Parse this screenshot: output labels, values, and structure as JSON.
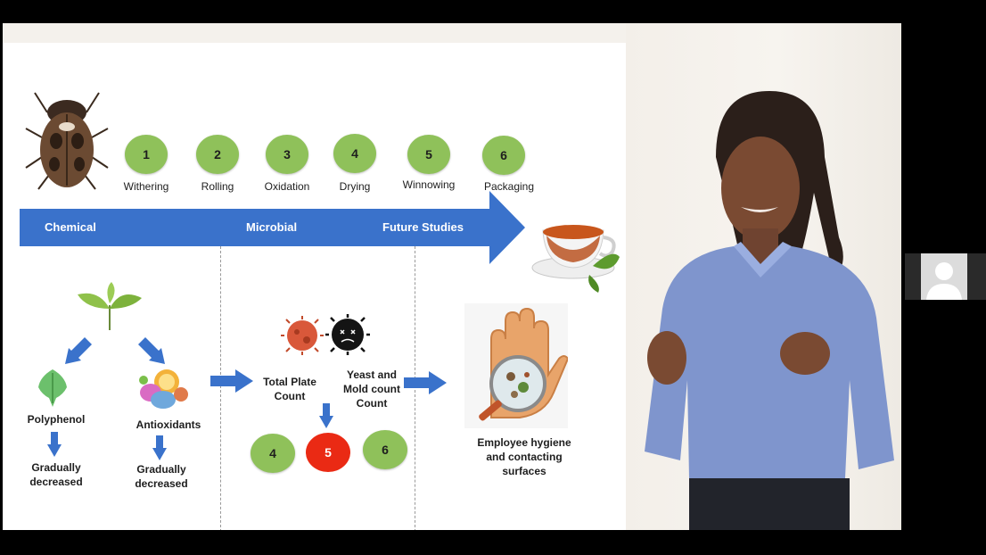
{
  "slide": {
    "steps": [
      {
        "num": "1",
        "label": "Withering"
      },
      {
        "num": "2",
        "label": "Rolling"
      },
      {
        "num": "3",
        "label": "Oxidation"
      },
      {
        "num": "4",
        "label": "Drying"
      },
      {
        "num": "5",
        "label": "Winnowing"
      },
      {
        "num": "6",
        "label": "Packaging"
      }
    ],
    "banner": {
      "chemical": "Chemical",
      "microbial": "Microbial",
      "future": "Future Studies"
    },
    "chemical": {
      "polyphenol": "Polyphenol",
      "antioxidants": "Antioxidants",
      "decrease_1": "Gradually decreased",
      "decrease_2": "Gradually decreased"
    },
    "microbial": {
      "tpc": "Total Plate Count",
      "yeast": "Yeast and Mold count Count",
      "results": [
        {
          "num": "4",
          "status": "ok"
        },
        {
          "num": "5",
          "status": "high"
        },
        {
          "num": "6",
          "status": "ok"
        }
      ]
    },
    "future": {
      "hygiene": "Employee hygiene and contacting surfaces"
    }
  },
  "colors": {
    "step_green": "#8fc15a",
    "alert_red": "#ea2a14",
    "banner_blue": "#3a72cb"
  },
  "icons": [
    "beetle-icon",
    "tea-cup-icon",
    "tea-leaf-icon",
    "leaf-icon",
    "antioxidant-foods-icon",
    "bacteria-icon",
    "virus-icon",
    "hand-microbes-icon",
    "user-avatar-icon"
  ]
}
